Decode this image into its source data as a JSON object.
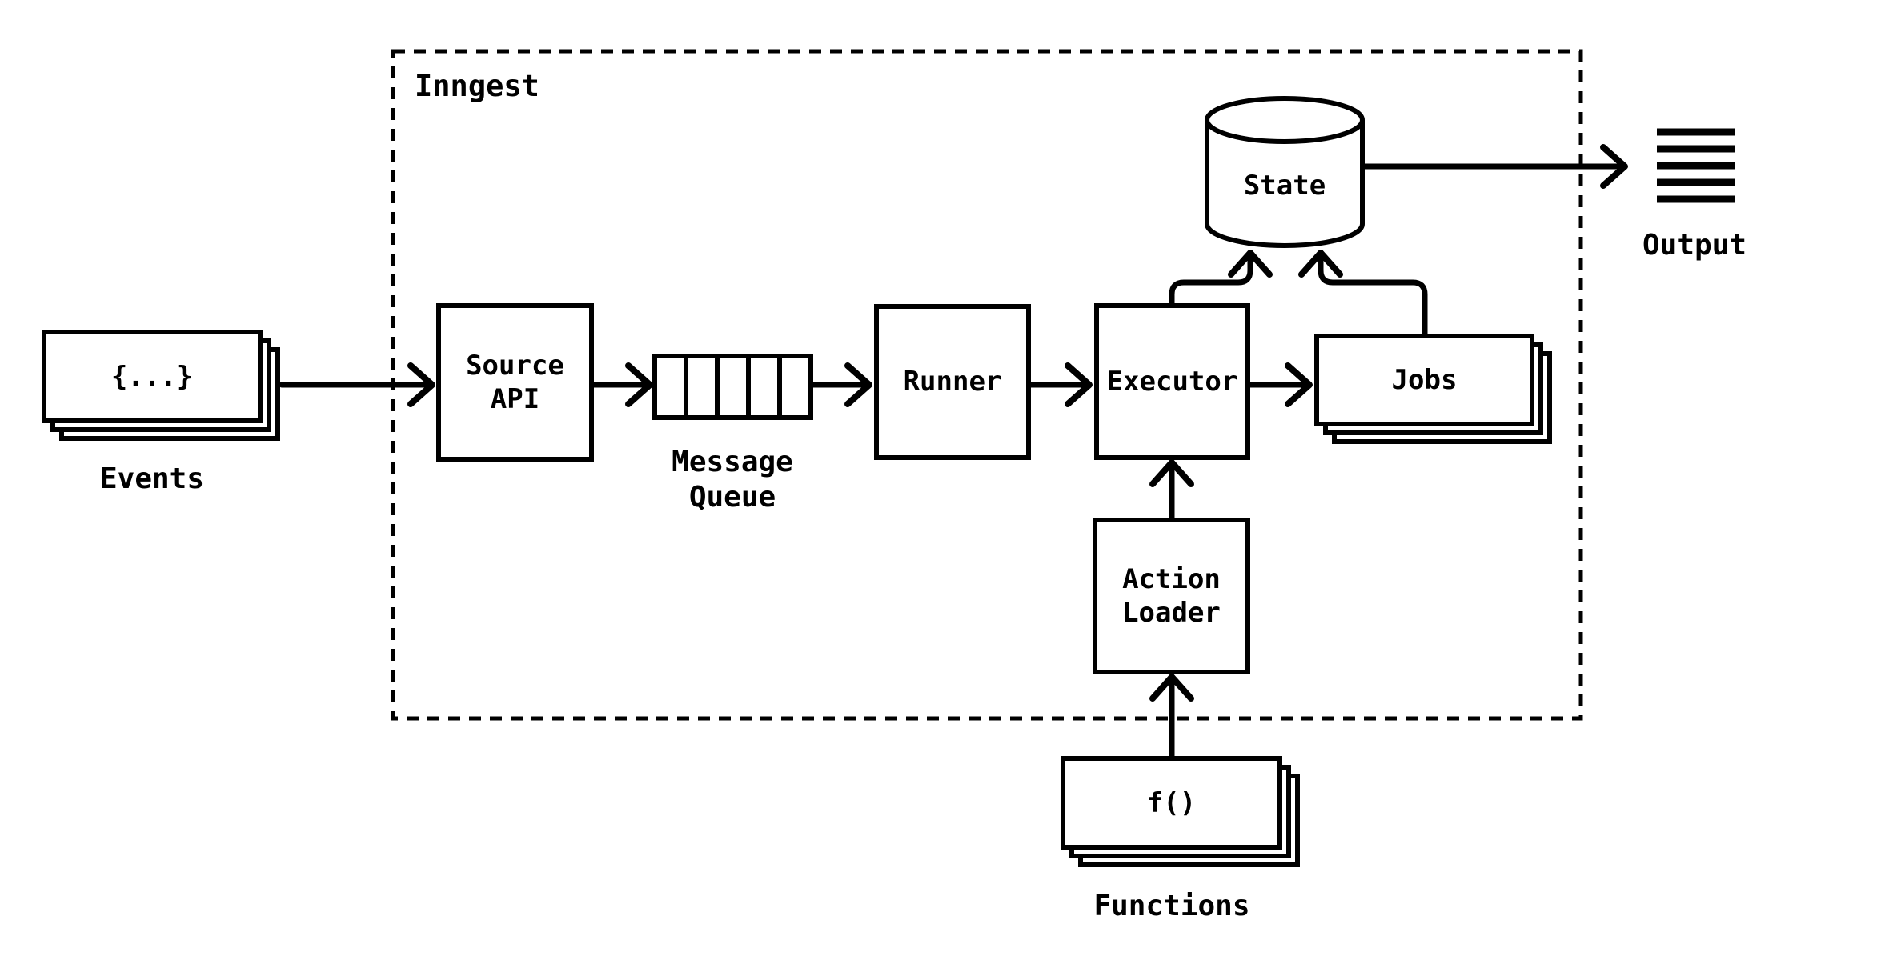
{
  "diagram": {
    "title": "Inngest",
    "nodes": {
      "events": {
        "card_text": "{...}",
        "label": "Events"
      },
      "source_api": {
        "label": "Source\nAPI"
      },
      "message_queue": {
        "label": "Message\nQueue",
        "cells": 5
      },
      "runner": {
        "label": "Runner"
      },
      "executor": {
        "label": "Executor"
      },
      "state": {
        "label": "State",
        "shape": "cylinder"
      },
      "jobs": {
        "label": "Jobs"
      },
      "action_loader": {
        "label": "Action\nLoader"
      },
      "functions": {
        "card_text": "f()",
        "label": "Functions"
      },
      "output": {
        "label": "Output",
        "icon": "list-lines-icon"
      }
    },
    "edges": [
      {
        "from": "events",
        "to": "source_api"
      },
      {
        "from": "source_api",
        "to": "message_queue"
      },
      {
        "from": "message_queue",
        "to": "runner"
      },
      {
        "from": "runner",
        "to": "executor"
      },
      {
        "from": "executor",
        "to": "jobs"
      },
      {
        "from": "executor",
        "to": "state"
      },
      {
        "from": "jobs",
        "to": "state"
      },
      {
        "from": "state",
        "to": "output"
      },
      {
        "from": "functions",
        "to": "action_loader"
      },
      {
        "from": "action_loader",
        "to": "executor"
      }
    ],
    "colors": {
      "ink": "#000000",
      "paper": "#ffffff"
    }
  }
}
